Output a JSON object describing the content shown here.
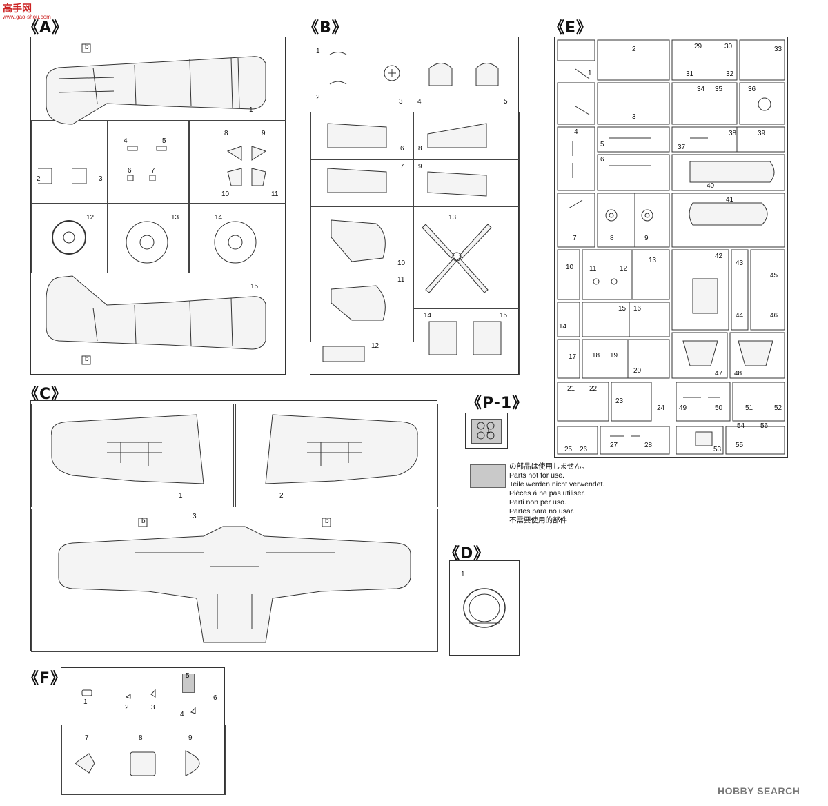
{
  "watermark": {
    "site": "高手网",
    "url": "www.gao-shou.com",
    "brand": "HOBBY SEARCH"
  },
  "sprues": {
    "A": {
      "label": "《A》",
      "parts": [
        "1",
        "2",
        "3",
        "4",
        "5",
        "6",
        "7",
        "8",
        "9",
        "10",
        "11",
        "12",
        "13",
        "14",
        "15"
      ],
      "tag": "b"
    },
    "B": {
      "label": "《B》",
      "parts": [
        "1",
        "2",
        "3",
        "4",
        "5",
        "6",
        "7",
        "8",
        "9",
        "10",
        "11",
        "12",
        "13",
        "14",
        "15"
      ]
    },
    "C": {
      "label": "《C》",
      "parts": [
        "1",
        "2",
        "3"
      ],
      "tag": "b"
    },
    "D": {
      "label": "《D》",
      "parts": [
        "1"
      ]
    },
    "E": {
      "label": "《E》",
      "parts": [
        "1",
        "2",
        "3",
        "4",
        "5",
        "6",
        "7",
        "8",
        "9",
        "10",
        "11",
        "12",
        "13",
        "14",
        "15",
        "16",
        "17",
        "18",
        "19",
        "20",
        "21",
        "22",
        "23",
        "24",
        "25",
        "26",
        "27",
        "28",
        "29",
        "30",
        "31",
        "32",
        "33",
        "34",
        "35",
        "36",
        "37",
        "38",
        "39",
        "40",
        "41",
        "42",
        "43",
        "44",
        "45",
        "46",
        "47",
        "48",
        "49",
        "50",
        "51",
        "52",
        "53",
        "54",
        "55",
        "56"
      ]
    },
    "F": {
      "label": "《F》",
      "parts": [
        "1",
        "2",
        "3",
        "4",
        "5",
        "6",
        "7",
        "8",
        "9"
      ]
    },
    "P1": {
      "label": "《P-1》",
      "parts": [
        "1"
      ]
    }
  },
  "legend": {
    "lines": [
      "の部品は使用しません。",
      "Parts not for use.",
      "Teile werden nicht verwendet.",
      "Pièces á ne pas utiliser.",
      "Parti non per uso.",
      "Partes para no usar.",
      "不需要使用的部件"
    ],
    "swatch_color": "#c9c9c9"
  }
}
